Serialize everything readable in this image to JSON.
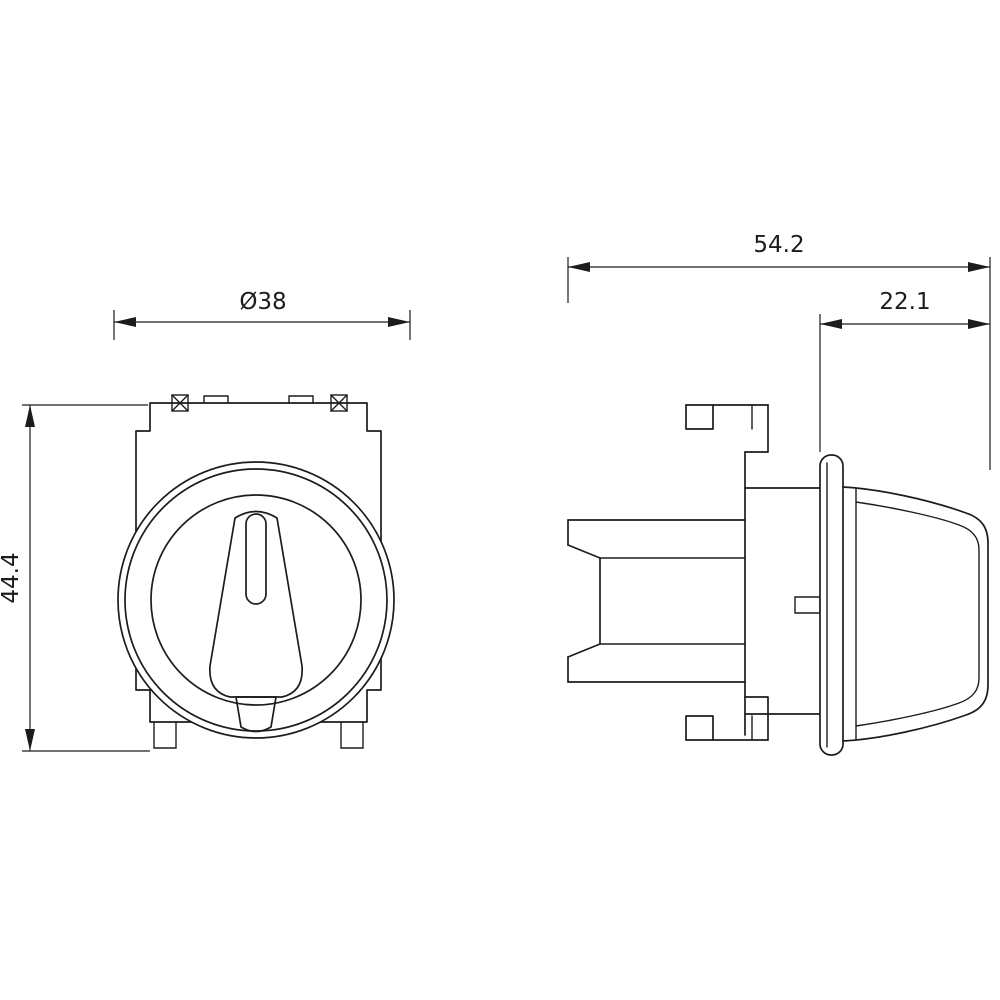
{
  "colors": {
    "bg": "#ffffff",
    "line": "#1c1c1c"
  },
  "dimensions": {
    "front_diameter": "Ø38",
    "front_height": "44.4",
    "side_total_depth": "54.2",
    "side_front_depth": "22.1"
  }
}
